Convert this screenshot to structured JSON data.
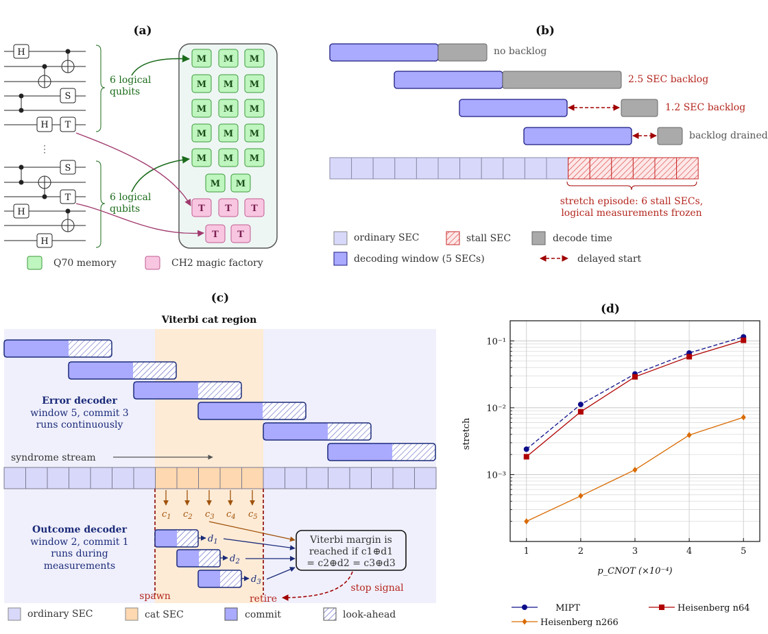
{
  "panel_a": {
    "title": "(a)",
    "group_label_line1": "6 logical",
    "group_label_line2": "qubits",
    "gate_h": "H",
    "gate_s": "S",
    "gate_t": "T",
    "gate_m": "M",
    "ellipsis": "⋮",
    "legend_memory": "Q70 memory",
    "legend_factory": "CH2 magic factory",
    "colors": {
      "memory": "#bff5bf",
      "factory": "#f8c6e0",
      "panel": "#eef6f4"
    }
  },
  "panel_b": {
    "title": "(b)",
    "row1": "no backlog",
    "row2": "2.5 SEC backlog",
    "row3": "1.2 SEC backlog",
    "row4": "backlog drained",
    "stretch_line1": "stretch episode: 6 stall SECs,",
    "stretch_line2": "logical measurements frozen",
    "legend_ordinary": "ordinary SEC",
    "legend_stall": "stall SEC",
    "legend_decode": "decode time",
    "legend_window": "decoding window (5 SECs)",
    "legend_delayed": "delayed start",
    "colors": {
      "window": "#aaaaff",
      "decode": "#aaaaaa",
      "ordinary": "#d8d8fa",
      "stall": "#c62828"
    }
  },
  "panel_c": {
    "title": "(c)",
    "region_title": "Viterbi cat region",
    "error_title": "Error decoder",
    "error_line2": "window 5, commit 3",
    "error_line3": "runs continuously",
    "stream_label": "syndrome stream",
    "outcome_title": "Outcome decoder",
    "outcome_line2": "window 2, commit 1",
    "outcome_line3": "runs during",
    "outcome_line4": "measurements",
    "c_labels": [
      "c1",
      "c2",
      "c3",
      "c4",
      "c5"
    ],
    "d_labels": [
      "d1",
      "d2",
      "d3"
    ],
    "margin_line1": "Viterbi margin is",
    "margin_line2": "reached if c1⊕d1",
    "margin_line3": "= c2⊕d2 = c3⊕d3",
    "spawn": "spawn",
    "retire": "retire",
    "stop_signal": "stop signal",
    "legend_ordinary": "ordinary SEC",
    "legend_cat": "cat SEC",
    "legend_commit": "commit",
    "legend_lookahead": "look-ahead",
    "colors": {
      "cat": "#fde2c4",
      "commit": "#aaaaff",
      "navy": "#1a2a78"
    }
  },
  "panel_d": {
    "title": "(d)",
    "chart_data": {
      "type": "line",
      "x": [
        1,
        2,
        3,
        4,
        5
      ],
      "xlabel": "p_CNOT (×10⁻⁴)",
      "ylabel": "stretch",
      "yscale": "log",
      "ylim": [
        0.0001,
        0.2
      ],
      "xlim": [
        0.7,
        5.3
      ],
      "x_ticks": [
        "1",
        "2",
        "3",
        "4",
        "5"
      ],
      "y_ticks": [
        "10⁻³",
        "10⁻²",
        "10⁻¹"
      ],
      "grid": true,
      "legend_position": "bottom",
      "series": [
        {
          "name": "MIPT",
          "values": [
            0.0024,
            0.0112,
            0.032,
            0.066,
            0.115
          ],
          "color": "#0d0d8a",
          "marker": "circle"
        },
        {
          "name": "Heisenberg n64",
          "values": [
            0.00185,
            0.0087,
            0.029,
            0.058,
            0.102
          ],
          "color": "#b00000",
          "marker": "square"
        },
        {
          "name": "Heisenberg n266",
          "values": [
            0.0002,
            0.00048,
            0.00118,
            0.0039,
            0.0072
          ],
          "color": "#d96a00",
          "marker": "diamond"
        }
      ]
    }
  }
}
